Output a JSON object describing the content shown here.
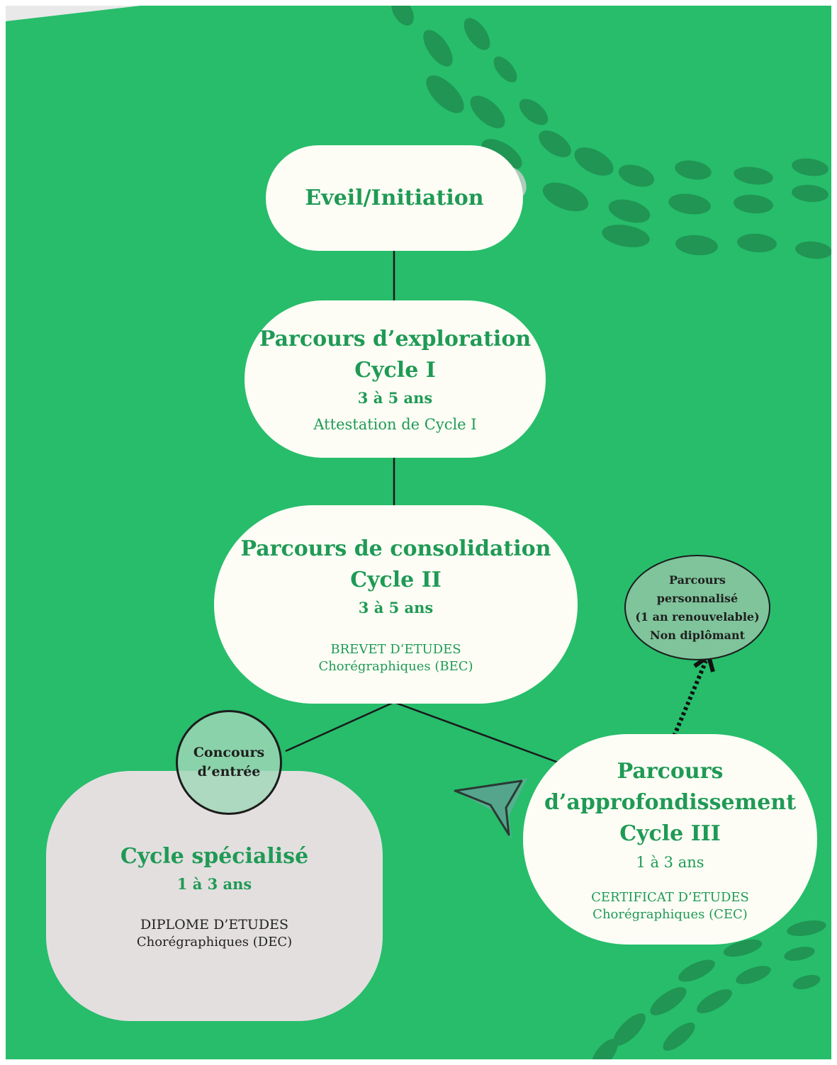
{
  "nodes": {
    "eveil": {
      "title": "Eveil/Initiation"
    },
    "cycle1": {
      "title1": "Parcours d’exploration",
      "title2": "Cycle I",
      "duration": "3 à 5 ans",
      "certificate": "Attestation de Cycle I"
    },
    "cycle2": {
      "title1": "Parcours de consolidation",
      "title2": "Cycle II",
      "duration": "3 à 5 ans",
      "certificate1": "BREVET D‘ETUDES",
      "certificate2": "Chorégraphiques (BEC)"
    },
    "cycle3": {
      "title1": "Parcours",
      "title2": "d’approfondissement",
      "title3": "Cycle III",
      "duration": "1 à 3 ans",
      "certificate1": "CERTIFICAT D’ETUDES",
      "certificate2": "Chorégraphiques (CEC)"
    },
    "specialise": {
      "title": "Cycle spécialisé",
      "duration": "1 à 3 ans",
      "certificate1": "DIPLOME D’ETUDES",
      "certificate2": "Chorégraphiques (DEC)"
    },
    "concours": {
      "line1": "Concours",
      "line2": "d’entrée"
    },
    "personnalise": {
      "line1": "Parcours",
      "line2": "personnalisé",
      "line3": "(1 an renouvelable)",
      "line4": "Non diplômant"
    }
  },
  "colors": {
    "background": "#27bd6b",
    "node_fill": "#fdfdf5",
    "specialise_fill": "#e3dfdf",
    "title_text": "#1f9a55",
    "bubble_fill": "#7fc49b",
    "decoration": "#1f8e51"
  }
}
